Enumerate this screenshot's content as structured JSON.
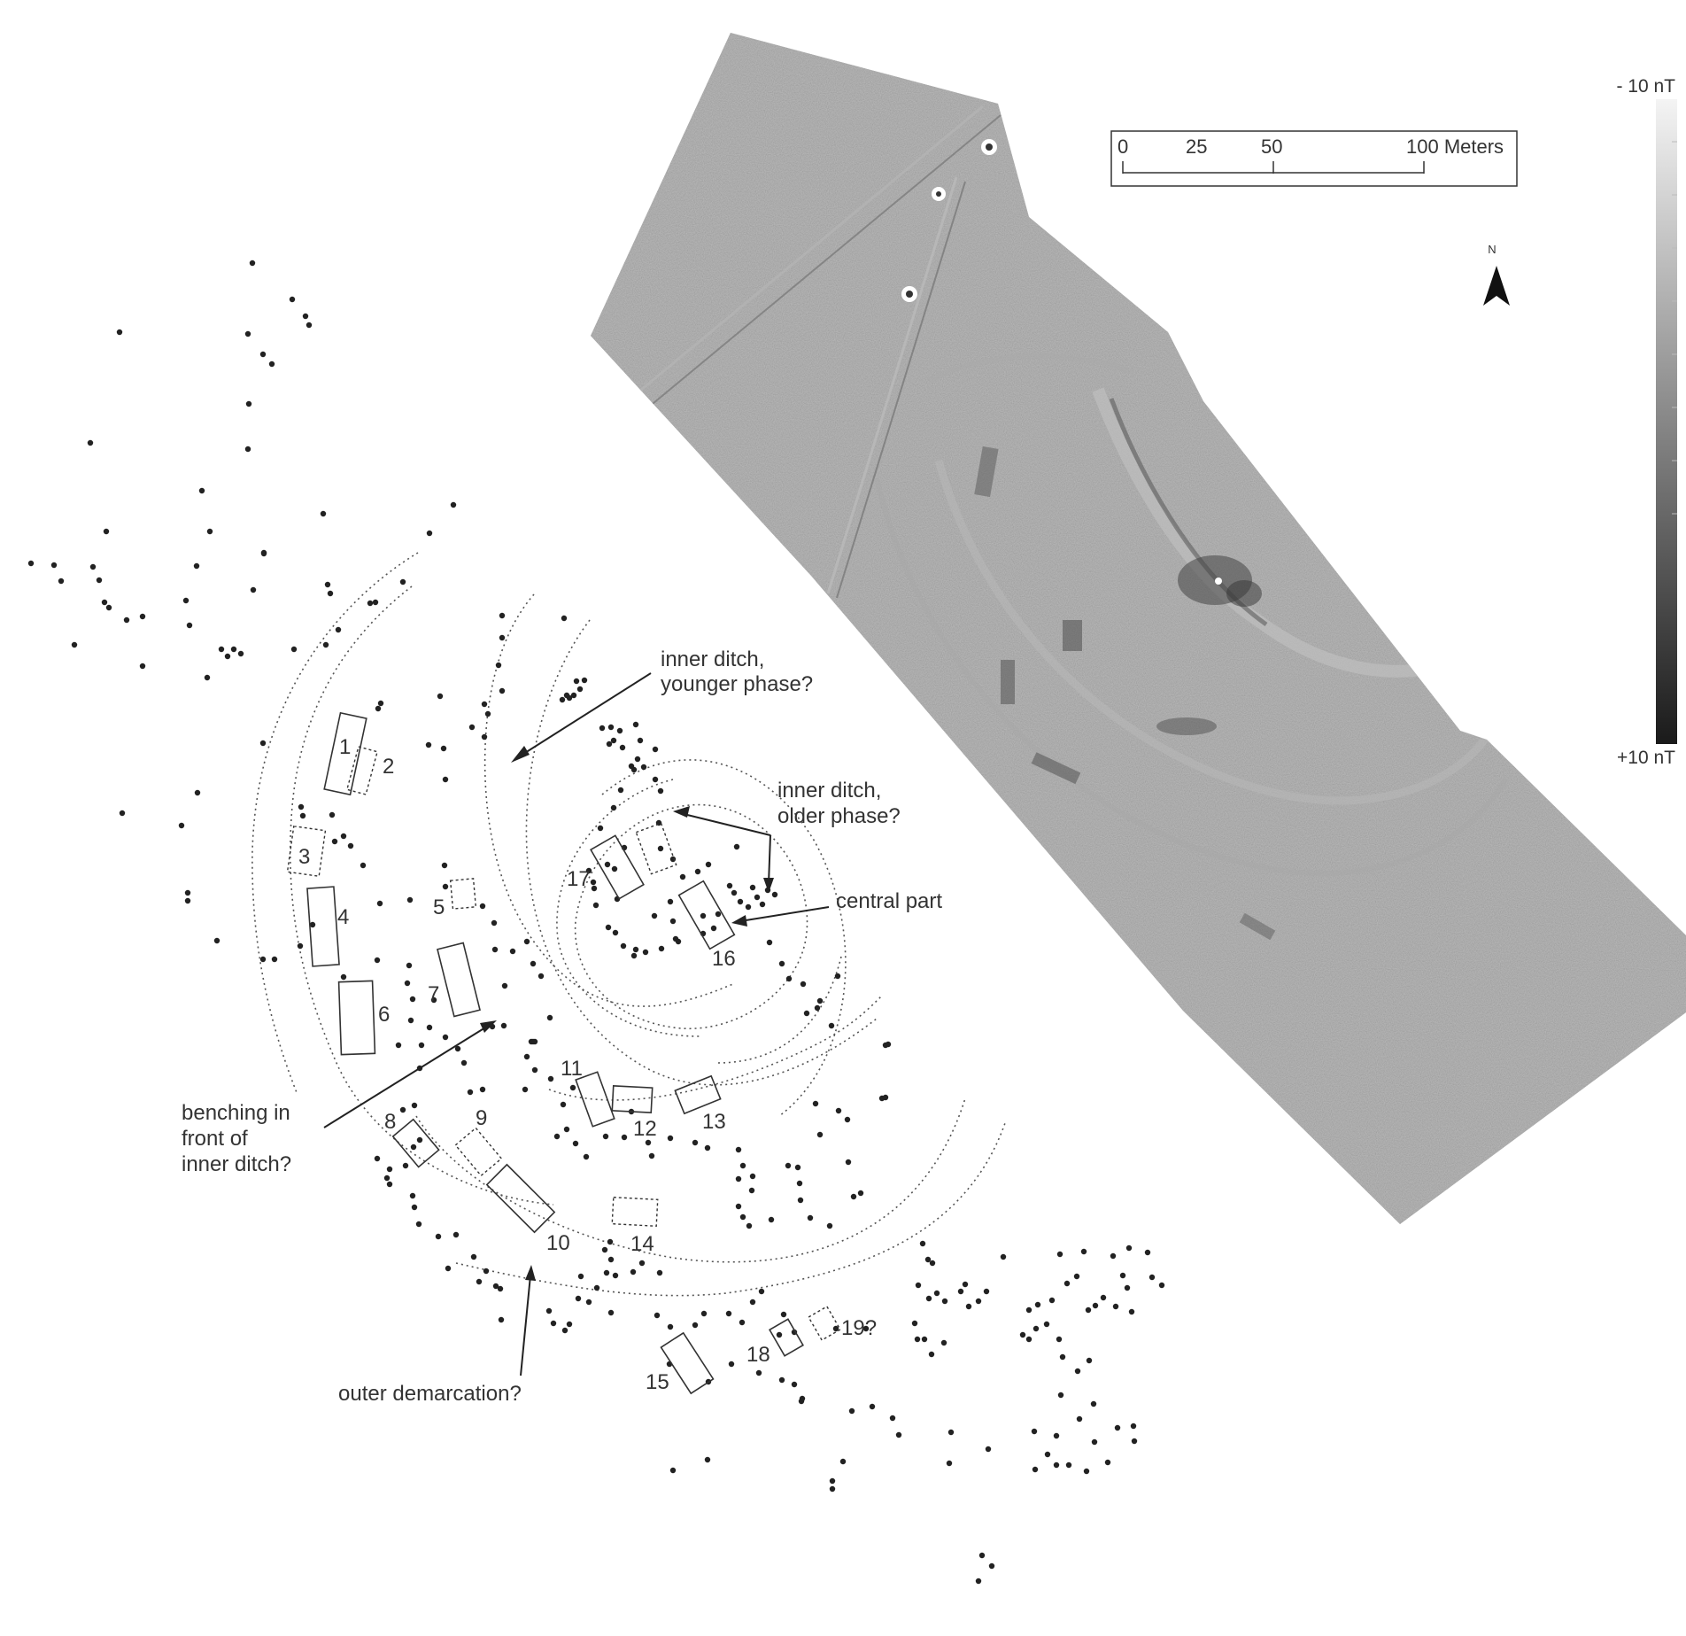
{
  "figure": {
    "annotations": {
      "inner_younger": [
        "inner ditch,",
        "younger phase?"
      ],
      "inner_older": [
        "inner ditch,",
        "older phase?"
      ],
      "central": "central part",
      "benching": [
        "benching in",
        "front of",
        "inner ditch?"
      ],
      "outer": "outer demarcation?"
    },
    "buildings": [
      {
        "id": "1",
        "label": "1",
        "certain": true
      },
      {
        "id": "2",
        "label": "2",
        "certain": false
      },
      {
        "id": "3",
        "label": "3",
        "certain": false
      },
      {
        "id": "4",
        "label": "4",
        "certain": true
      },
      {
        "id": "5",
        "label": "5",
        "certain": false
      },
      {
        "id": "6",
        "label": "6",
        "certain": true
      },
      {
        "id": "7",
        "label": "7",
        "certain": true
      },
      {
        "id": "8",
        "label": "8",
        "certain": true
      },
      {
        "id": "9",
        "label": "9",
        "certain": false
      },
      {
        "id": "10",
        "label": "10",
        "certain": true
      },
      {
        "id": "11",
        "label": "11",
        "certain": true
      },
      {
        "id": "12",
        "label": "12",
        "certain": true
      },
      {
        "id": "13",
        "label": "13",
        "certain": true
      },
      {
        "id": "14",
        "label": "14",
        "certain": false
      },
      {
        "id": "15",
        "label": "15",
        "certain": true
      },
      {
        "id": "16",
        "label": "16",
        "certain": true
      },
      {
        "id": "17",
        "label": "17",
        "certain": true
      },
      {
        "id": "18",
        "label": "18",
        "certain": true
      },
      {
        "id": "19",
        "label": "19?",
        "certain": false
      }
    ],
    "scale_bar": {
      "ticks": [
        "0",
        "25",
        "50",
        "100 Meters"
      ]
    },
    "north_arrow": {
      "letter": "N",
      "icon": "north-arrow-icon"
    },
    "legend": {
      "top_label": "- 10 nT",
      "bottom_label": "+10 nT"
    },
    "colors": {
      "magnetometry_gray": "#8e8e8e",
      "line": "#333333"
    }
  }
}
